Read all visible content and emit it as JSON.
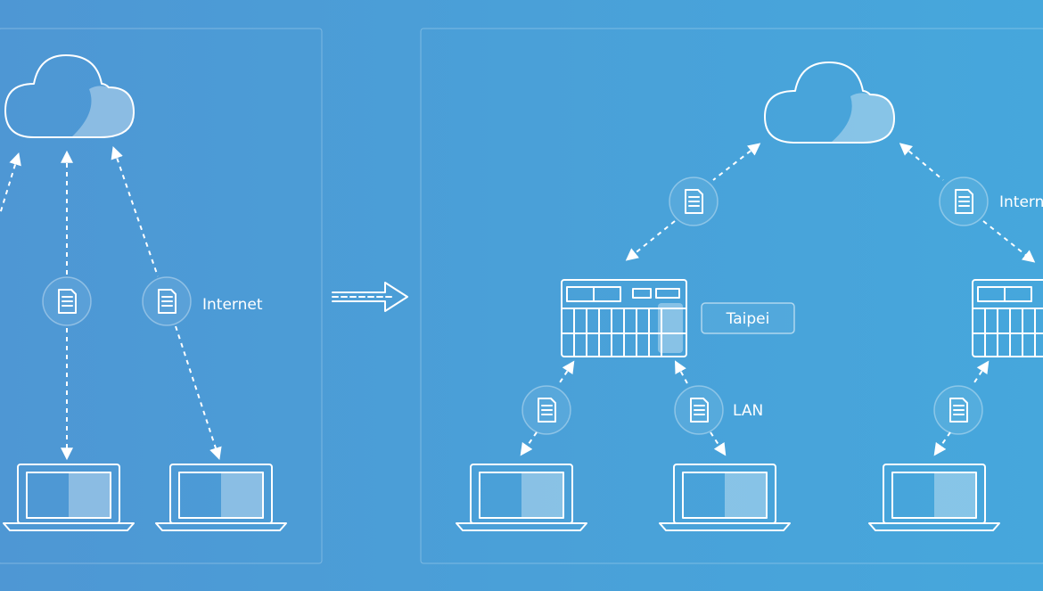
{
  "labels": {
    "internet_left": "Internet",
    "internet_right": "Intern",
    "taipei": "Taipei",
    "lan": "LAN"
  },
  "icons": {
    "cloud": "cloud-icon",
    "document": "document-icon",
    "laptop": "laptop-icon",
    "nas": "nas-server-icon",
    "arrow": "right-arrow-icon"
  },
  "colors": {
    "background_start": "#4e97d4",
    "background_end": "#46a7dc",
    "line": "#ffffff"
  }
}
